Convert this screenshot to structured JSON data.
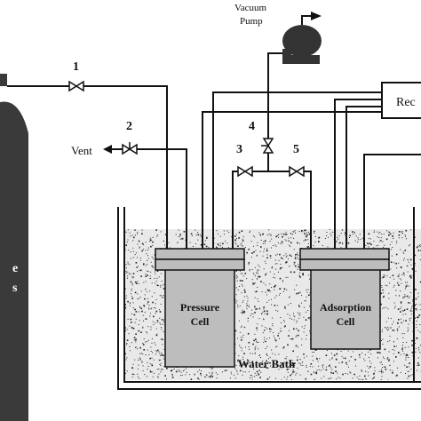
{
  "vacuum_pump": {
    "line1": "Vacuum",
    "line2": "Pump"
  },
  "recorder": {
    "label": "Rec"
  },
  "vent": {
    "label": "Vent"
  },
  "valves": [
    "1",
    "2",
    "3",
    "4",
    "5"
  ],
  "pressure_cell": {
    "line1": "Pressure",
    "line2": "Cell"
  },
  "adsorption_cell": {
    "line1": "Adsorption",
    "line2": "Cell"
  },
  "water_bath": {
    "label": "Water Bath"
  },
  "gas_cylinder": {
    "line1": "e",
    "line2": "s"
  },
  "colors": {
    "ink": "#111111",
    "cylinder": "#3a3a3a",
    "cell": "#bdbdbd",
    "pump": "#333333",
    "bath_speckle": "#222222"
  }
}
